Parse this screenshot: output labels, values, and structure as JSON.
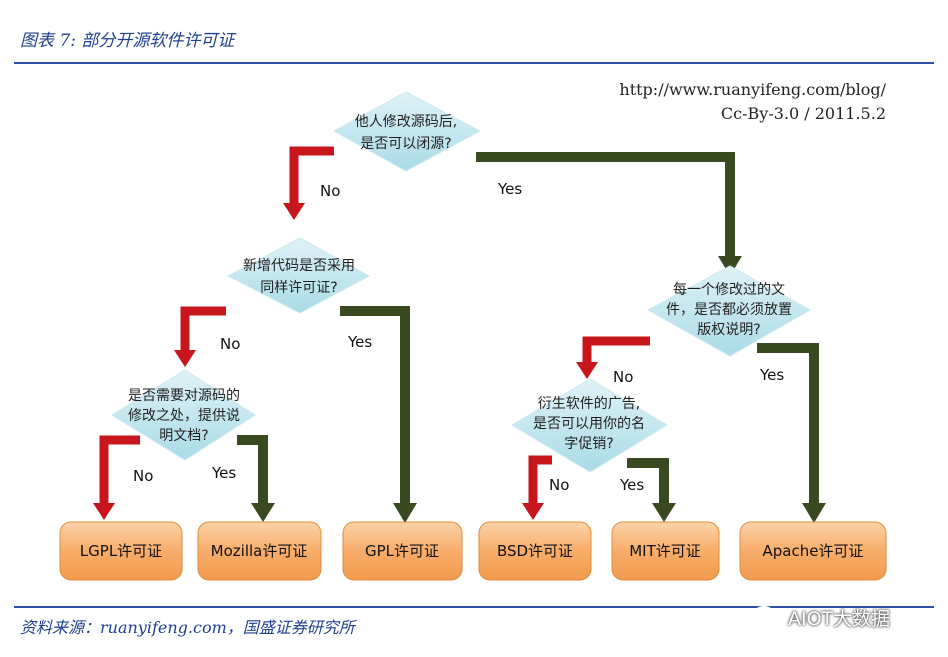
{
  "header": {
    "title": "图表 7:  部分开源软件许可证"
  },
  "credit": {
    "url": "http://www.ruanyifeng.com/blog/",
    "license": "Cc-By-3.0 / 2011.5.2"
  },
  "source": {
    "text": "资料来源：ruanyifeng.com，国盛证券研究所"
  },
  "watermark": {
    "text": "AIOT大数据"
  },
  "colors": {
    "no_arrow": "#c8161d",
    "yes_arrow": "#3a4a20",
    "diamond": "#b9e3ee",
    "box": "#f7ad6a",
    "rule": "#2a52a8"
  },
  "diamonds": {
    "closed_source": {
      "lines": [
        "他人修改源码后,",
        "是否可以闭源?"
      ]
    },
    "same_license": {
      "lines": [
        "新增代码是否采用",
        "同样许可证?"
      ]
    },
    "change_doc": {
      "lines": [
        "是否需要对源码的",
        "修改之处，提供说",
        "明文档?"
      ]
    },
    "doc_each_file": {
      "lines": [
        "每一个修改过的文",
        "件，是否都必须放置",
        "版权说明?"
      ]
    },
    "promote_name": {
      "lines": [
        "衍生软件的广告,",
        "是否可以用你的名",
        "字促销?"
      ]
    }
  },
  "labels": {
    "no": "No",
    "yes": "Yes"
  },
  "licenses": {
    "lgpl": "LGPL许可证",
    "mozilla": "Mozilla许可证",
    "gpl": "GPL许可证",
    "bsd": "BSD许可证",
    "mit": "MIT许可证",
    "apache": "Apache许可证"
  }
}
